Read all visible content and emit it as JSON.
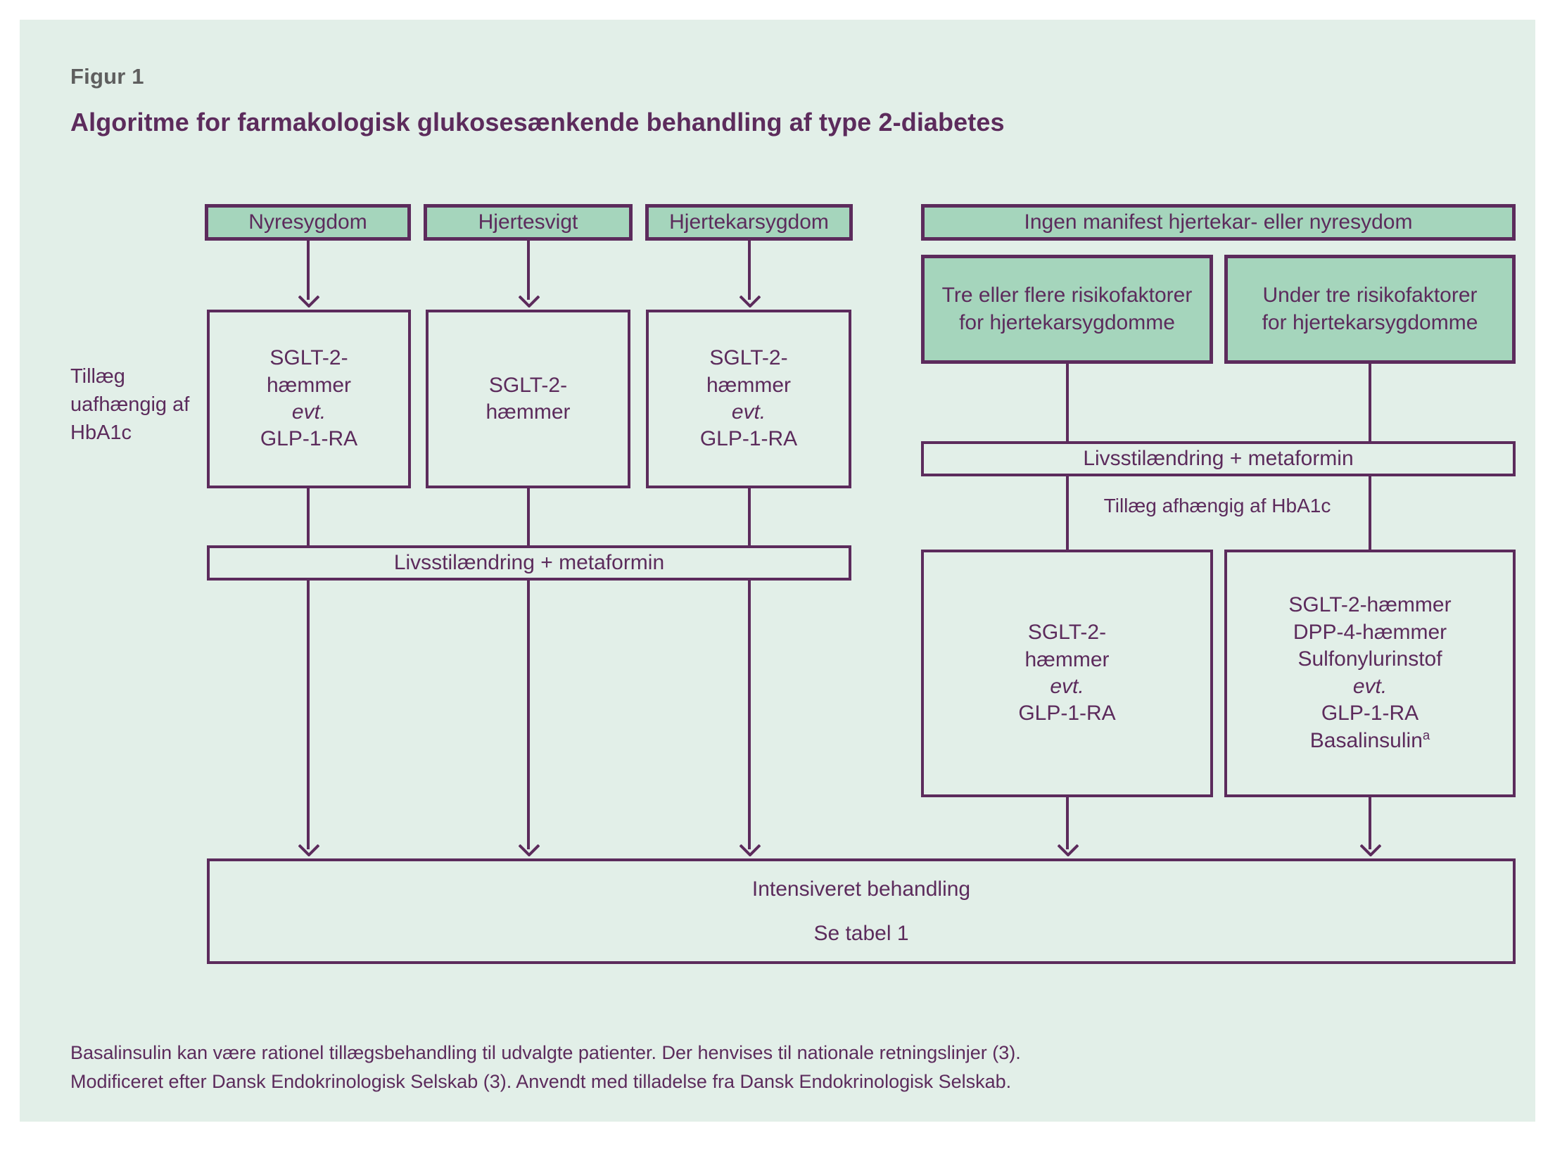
{
  "figure": {
    "label": "Figur 1",
    "title": "Algoritme for farmakologisk glukosesænkende behandling af type 2-diabetes"
  },
  "side_label": {
    "line1": "Tillæg",
    "line2": "uafhængig",
    "line3": "af HbA1c"
  },
  "mid_label": {
    "hba1c_dependent": "Tillæg afhængig af HbA1c"
  },
  "left_branch": {
    "conditions": [
      {
        "label": "Nyresygdom"
      },
      {
        "label": "Hjertesvigt"
      },
      {
        "label": "Hjertekarsygdom"
      }
    ],
    "treatments": [
      {
        "line1": "SGLT-2-",
        "line2": "hæmmer",
        "line3": "evt.",
        "line4": "GLP-1-RA"
      },
      {
        "line1": "SGLT-2-",
        "line2": "hæmmer",
        "line3": "",
        "line4": ""
      },
      {
        "line1": "SGLT-2-",
        "line2": "hæmmer",
        "line3": "evt.",
        "line4": "GLP-1-RA"
      }
    ],
    "lifestyle_bar": "Livsstilændring + metaformin"
  },
  "right_branch": {
    "header": "Ingen manifest hjertekar- eller nyresydom",
    "risk_groups": [
      {
        "line1": "Tre eller flere risikofaktorer",
        "line2": "for hjertekarsygdomme"
      },
      {
        "line1": "Under tre risikofaktorer",
        "line2": "for hjertekarsygdomme"
      }
    ],
    "lifestyle_bar": "Livsstilændring + metaformin",
    "treatments": [
      {
        "lines": [
          "SGLT-2-",
          "hæmmer"
        ],
        "evt": "evt.",
        "after": [
          "GLP-1-RA"
        ]
      },
      {
        "lines": [
          "SGLT-2-hæmmer",
          "DPP-4-hæmmer",
          "Sulfonylurinstof"
        ],
        "evt": "evt.",
        "after": [
          "GLP-1-RA",
          "Basalinsulin"
        ],
        "superscript": "a"
      }
    ]
  },
  "outcome": {
    "line1": "Intensiveret behandling",
    "line2": "Se tabel 1"
  },
  "footnote": {
    "line1": "Basalinsulin kan være rationel tillægsbehandling til udvalgte patienter. Der henvises til nationale retningslinjer (3).",
    "line2": "Modificeret efter Dansk Endokrinologisk Selskab (3). Anvendt med tilladelse fra Dansk Endokrinologisk Selskab."
  },
  "colors": {
    "panel_background": "#e2efe8",
    "accent_purple": "#5c2b5c",
    "green_fill": "#a5d5bc",
    "label_grey": "#5e5e5e"
  }
}
